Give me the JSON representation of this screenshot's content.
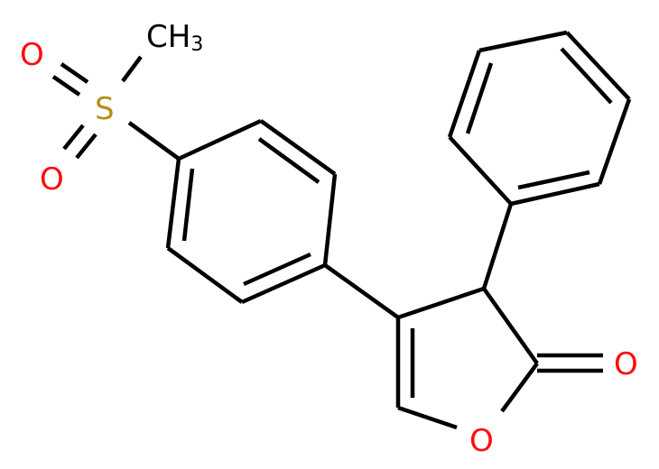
{
  "molecule": {
    "description": "4-(4-methylsulfonylphenyl)-3-phenyl-3H-furan-2-one",
    "colors": {
      "bond": "#000000",
      "oxygen": "#ff0d0d",
      "sulfur": "#b2901a",
      "carbon_label": "#000000",
      "background": "#ffffff"
    },
    "atoms": {
      "methyl": {
        "symbol": "CH",
        "subscript": "3"
      },
      "sulfur": {
        "symbol": "S"
      },
      "sulfonyl_oxygen_top": {
        "symbol": "O"
      },
      "sulfonyl_oxygen_bottom": {
        "symbol": "O"
      },
      "ring_oxygen": {
        "symbol": "O"
      },
      "carbonyl_oxygen": {
        "symbol": "O"
      }
    },
    "groups": [
      "methylsulfonyl",
      "para-substituted benzene ring",
      "furan-2(3H)-one ring",
      "phenyl"
    ]
  }
}
